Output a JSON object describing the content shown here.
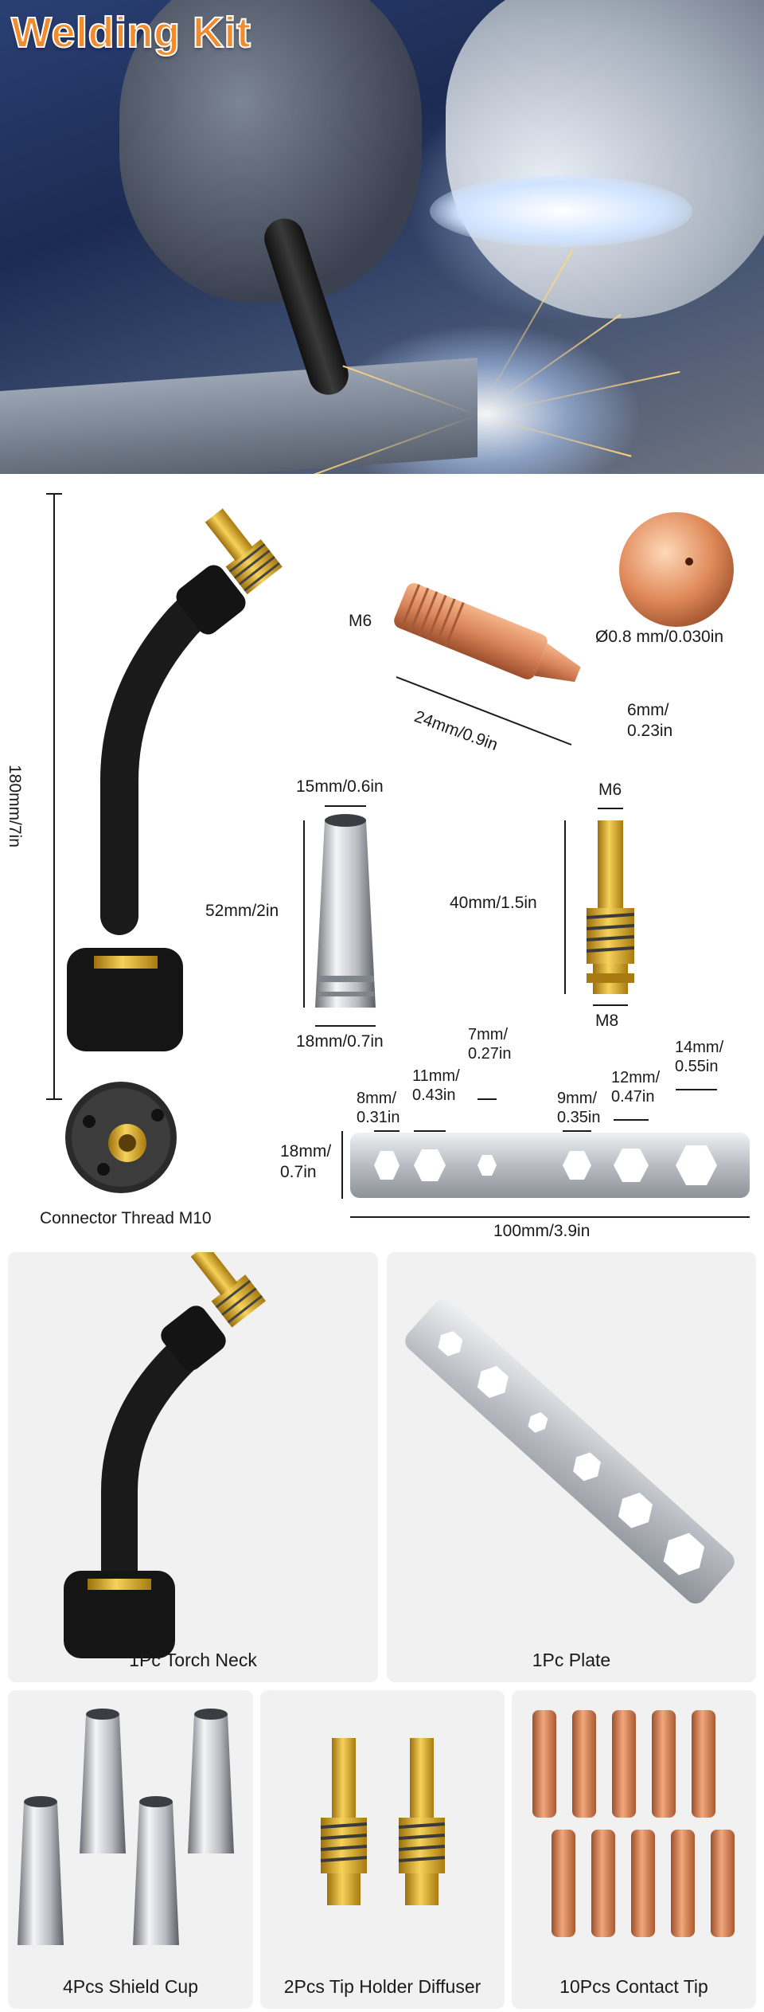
{
  "hero": {
    "title": "Welding Kit"
  },
  "dimensions": {
    "torch_length": "180mm/7in",
    "connector": "Connector Thread M10",
    "contact_tip": {
      "thread": "M6",
      "length": "24mm/0.9in",
      "width_line1": "6mm/",
      "width_line2": "0.23in",
      "hole": "Ø0.8 mm/0.030in"
    },
    "shield_cup": {
      "top": "15mm/0.6in",
      "height": "52mm/2in",
      "bottom": "18mm/0.7in"
    },
    "diffuser": {
      "top": "M6",
      "height": "40mm/1.5in",
      "bottom": "M8"
    },
    "plate": {
      "holes": [
        {
          "line1": "8mm/",
          "line2": "0.31in"
        },
        {
          "line1": "11mm/",
          "line2": "0.43in"
        },
        {
          "line1": "7mm/",
          "line2": "0.27in"
        },
        {
          "line1": "9mm/",
          "line2": "0.35in"
        },
        {
          "line1": "12mm/",
          "line2": "0.47in"
        },
        {
          "line1": "14mm/",
          "line2": "0.55in"
        }
      ],
      "height_line1": "18mm/",
      "height_line2": "0.7in",
      "length": "100mm/3.9in"
    }
  },
  "items": [
    {
      "label": "1Pc Torch Neck"
    },
    {
      "label": "1Pc Plate"
    },
    {
      "label": "4Pcs Shield Cup"
    },
    {
      "label": "2Pcs Tip Holder Diffuser"
    },
    {
      "label": "10Pcs Contact Tip"
    }
  ],
  "colors": {
    "title_orange": "#f28a2e",
    "copper": "#d9845a",
    "brass": "#d9a521",
    "steel": "#c9ccd1",
    "card_bg": "#f1f1f1"
  }
}
